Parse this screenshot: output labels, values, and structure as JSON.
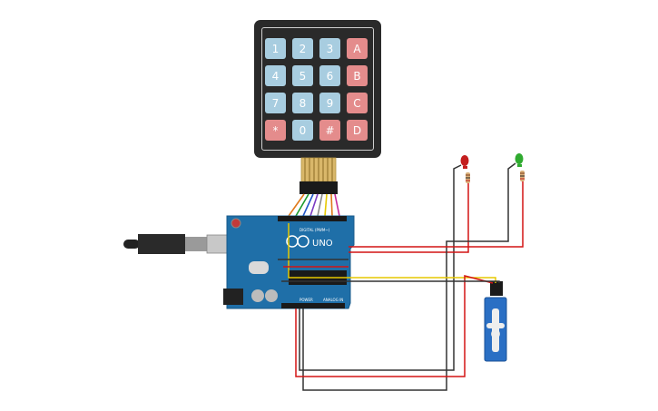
{
  "keypad": {
    "keys": [
      {
        "label": "1",
        "kind": "num"
      },
      {
        "label": "2",
        "kind": "num"
      },
      {
        "label": "3",
        "kind": "num"
      },
      {
        "label": "A",
        "kind": "fn"
      },
      {
        "label": "4",
        "kind": "num"
      },
      {
        "label": "5",
        "kind": "num"
      },
      {
        "label": "6",
        "kind": "num"
      },
      {
        "label": "B",
        "kind": "fn"
      },
      {
        "label": "7",
        "kind": "num"
      },
      {
        "label": "8",
        "kind": "num"
      },
      {
        "label": "9",
        "kind": "num"
      },
      {
        "label": "C",
        "kind": "fn"
      },
      {
        "label": "*",
        "kind": "fn"
      },
      {
        "label": "0",
        "kind": "num"
      },
      {
        "label": "#",
        "kind": "fn"
      },
      {
        "label": "D",
        "kind": "fn"
      }
    ]
  },
  "arduino": {
    "model_label": "UNO",
    "digital_label": "DIGITAL (PWM~)",
    "power_label": "POWER",
    "analog_label": "ANALOG IN",
    "color": "#1f6fa8"
  },
  "leds": [
    {
      "name": "red-led",
      "color": "#c41e1e"
    },
    {
      "name": "green-led",
      "color": "#2faa2f"
    }
  ],
  "wire_colors": {
    "red": "#d41414",
    "black": "#333333",
    "yellow": "#e6c800"
  }
}
